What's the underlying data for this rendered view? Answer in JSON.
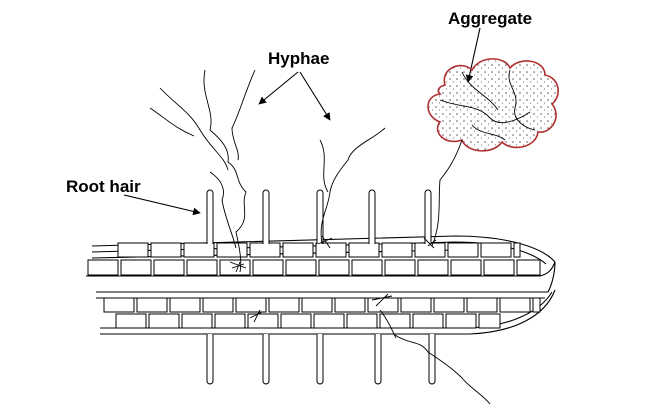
{
  "labels": {
    "hyphae": "Hyphae",
    "root_hair": "Root hair",
    "aggregate": "Aggregate"
  },
  "colors": {
    "aggregate_outline": "#b03030",
    "ink": "#000000"
  }
}
